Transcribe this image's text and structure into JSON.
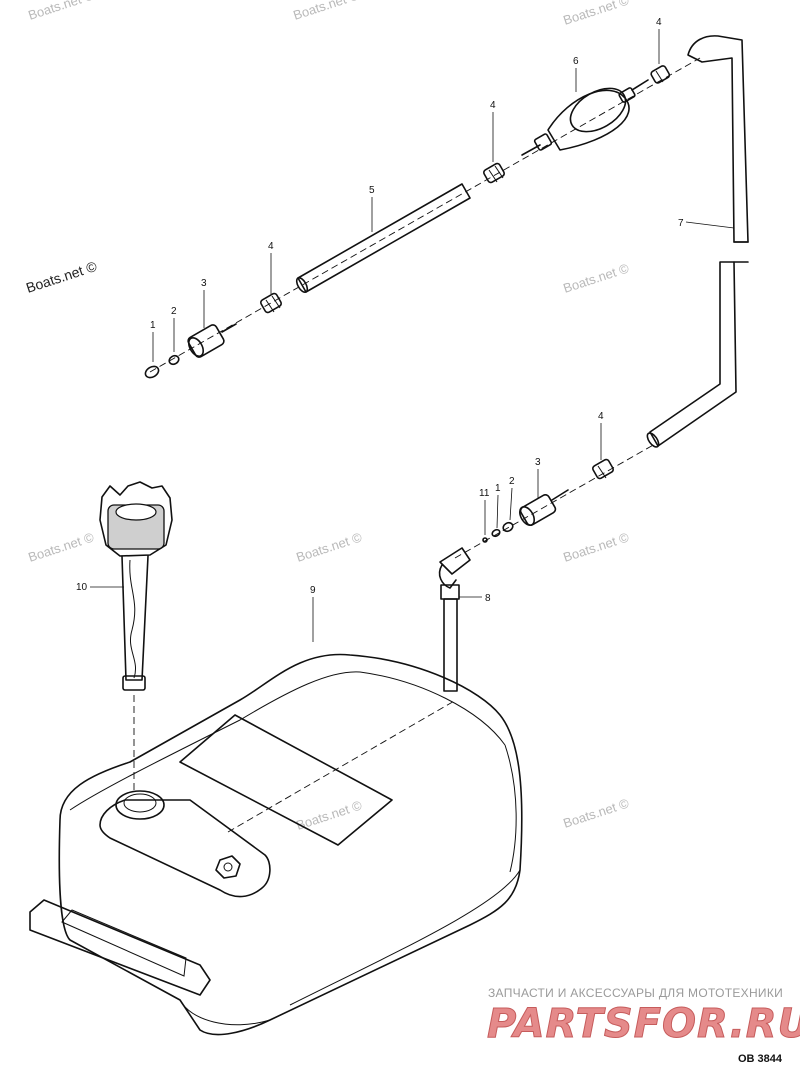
{
  "watermarks": {
    "w1": "Boats.net ©",
    "w2": "Boats.net ©",
    "w3": "Boats.net ©",
    "w4": "Boats.net ©",
    "w5": "Boats.net ©",
    "w6": "Boats.net ©",
    "w7": "Boats.net ©",
    "w8": "Boats.net ©",
    "w9": "Boats.net ©"
  },
  "callouts": {
    "c1_upper": "1",
    "c2_upper": "2",
    "c3_upper": "3",
    "c4_upper_left": "4",
    "c5": "5",
    "c4_upper_mid": "4",
    "c6": "6",
    "c4_upper_right": "4",
    "c7": "7",
    "c4_lower": "4",
    "c3_lower": "3",
    "c2_lower": "2",
    "c1_lower": "1",
    "c11": "11",
    "c8": "8",
    "c9": "9",
    "c10": "10"
  },
  "footer": {
    "brand_tagline": "ЗАПЧАСТИ И АКСЕССУАРЫ ДЛЯ МОТОТЕХНИКИ",
    "brand_logo": "PARTSFOR.RU",
    "diagram_code": "OB 3844"
  }
}
